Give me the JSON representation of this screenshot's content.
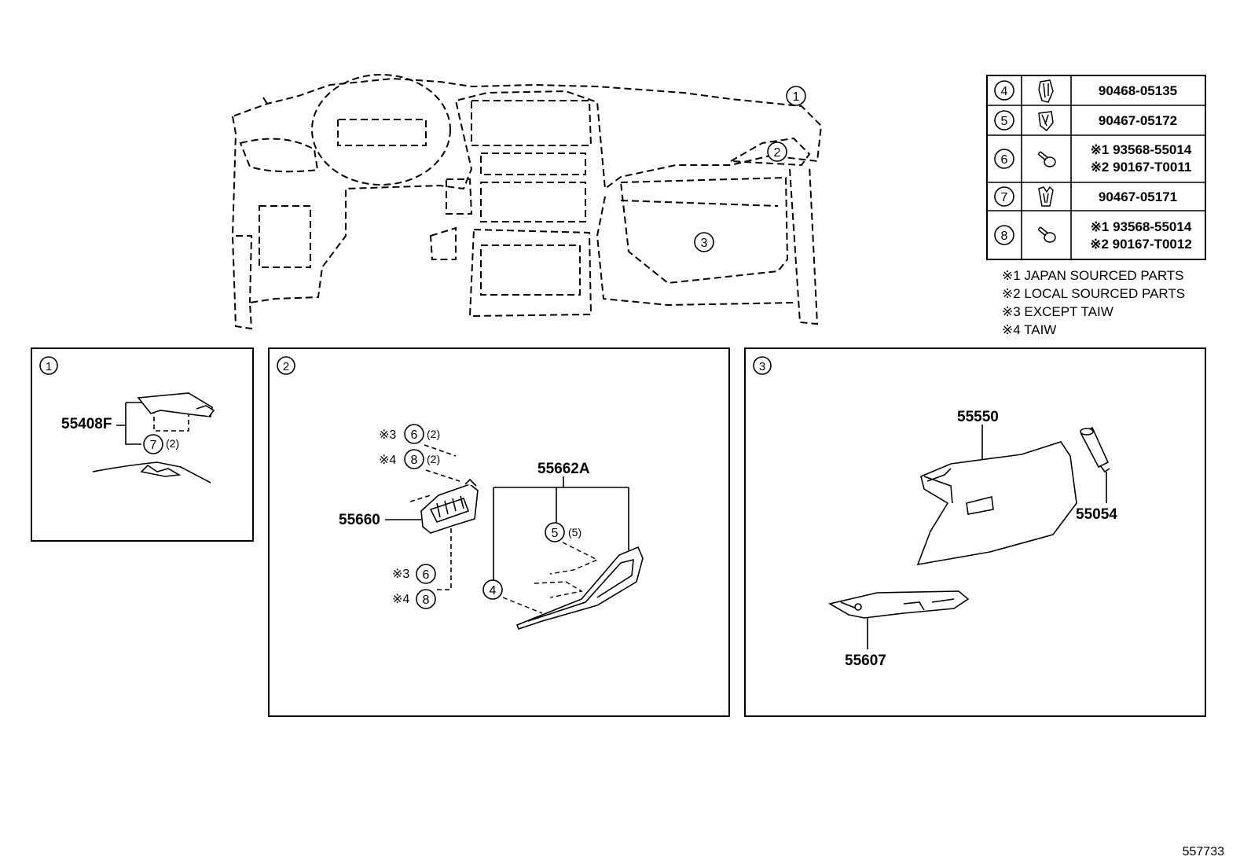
{
  "overview": {
    "callouts": [
      "1",
      "2",
      "3"
    ]
  },
  "fastener_table": {
    "rows": [
      {
        "ref": "4",
        "icon": "clip-icon",
        "parts": [
          "90468-05135"
        ]
      },
      {
        "ref": "5",
        "icon": "clip-icon",
        "parts": [
          "90467-05172"
        ]
      },
      {
        "ref": "6",
        "icon": "screw-icon",
        "parts": [
          "※1 93568-55014",
          "※2 90167-T0011"
        ]
      },
      {
        "ref": "7",
        "icon": "clip-icon",
        "parts": [
          "90467-05171"
        ]
      },
      {
        "ref": "8",
        "icon": "screw-icon",
        "parts": [
          "※1 93568-55014",
          "※2 90167-T0012"
        ]
      }
    ]
  },
  "notes": [
    "※1 JAPAN SOURCED PARTS",
    "※2 LOCAL SOURCED PARTS",
    "※3 EXCEPT TAIW",
    "※4 TAIW"
  ],
  "panel1": {
    "num": "1",
    "part": "55408F",
    "callout_ref": "7",
    "callout_qty": "(2)"
  },
  "panel2": {
    "num": "2",
    "parts": {
      "bracket": "55660",
      "cover": "55662A"
    },
    "callouts": [
      {
        "prefix": "※3",
        "ref": "6",
        "qty": "(2)"
      },
      {
        "prefix": "※4",
        "ref": "8",
        "qty": "(2)"
      },
      {
        "prefix": "",
        "ref": "5",
        "qty": "(5)"
      },
      {
        "prefix": "",
        "ref": "4",
        "qty": ""
      },
      {
        "prefix": "※3",
        "ref": "6",
        "qty": ""
      },
      {
        "prefix": "※4",
        "ref": "8",
        "qty": ""
      }
    ]
  },
  "panel3": {
    "num": "3",
    "parts": {
      "glovebox": "55550",
      "damper": "55054",
      "lower": "55607"
    }
  },
  "figure_id": "557733"
}
